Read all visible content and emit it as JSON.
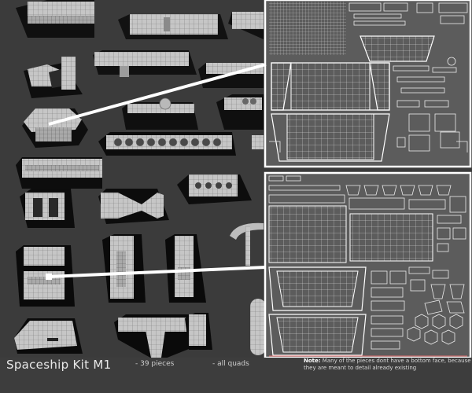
{
  "footer": {
    "title": "Spaceship Kit M1",
    "pieces": "- 39 pieces",
    "quads": "- all quads",
    "note_label": "Note:",
    "note_text": "Many of the pieces dont have a bottom face, because they are meant to detail already existing"
  },
  "colors": {
    "background": "#3b3b3b",
    "uv_panel_bg": "#5c5c5c",
    "uv_panel_border": "#ffffff",
    "wire": "#f2f2f2",
    "model": "#c9c9c9",
    "shadow": "#0c0c0c"
  }
}
